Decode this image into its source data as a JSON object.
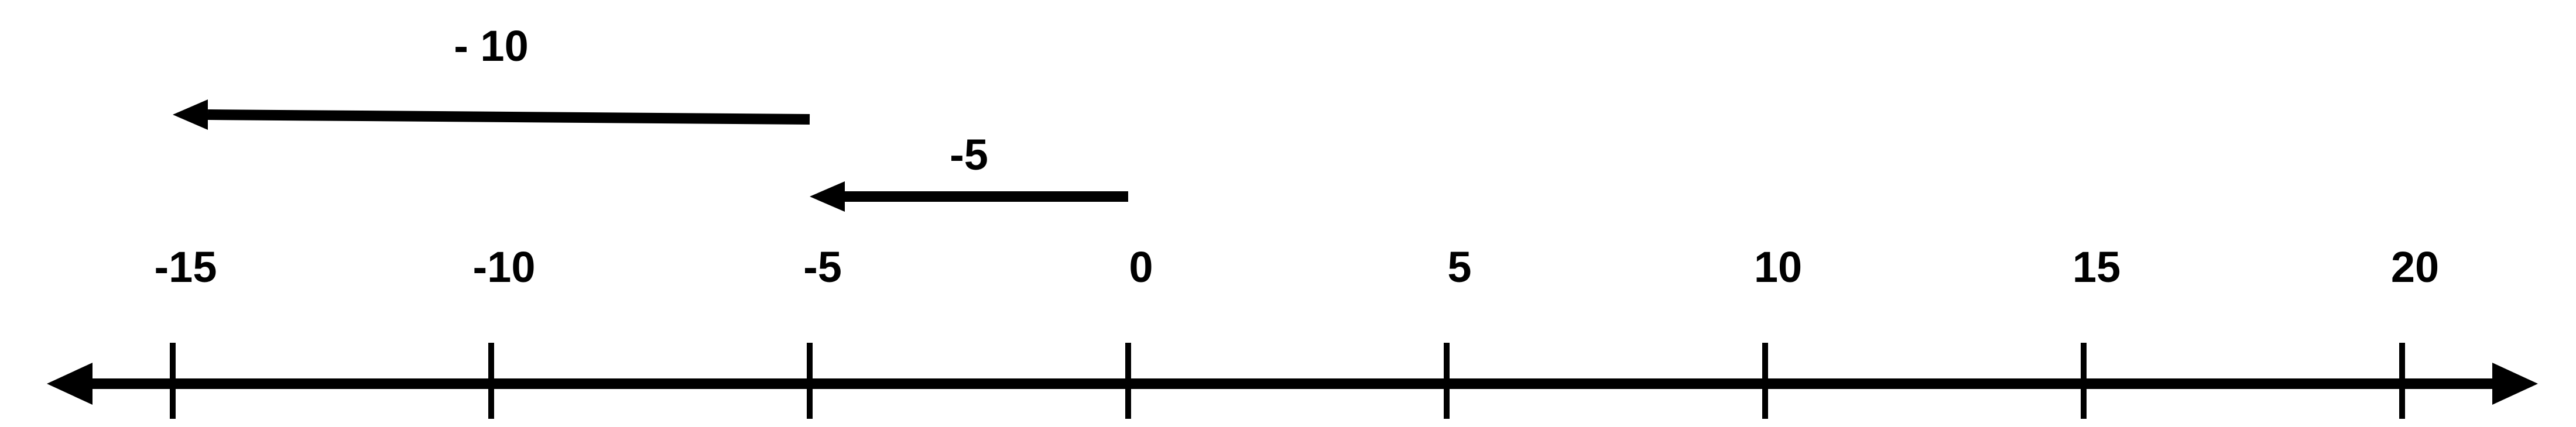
{
  "number_line": {
    "min": -15,
    "max": 20,
    "step": 5,
    "ticks": [
      {
        "value": -15,
        "label": "-15"
      },
      {
        "value": -10,
        "label": "-10"
      },
      {
        "value": -5,
        "label": "-5"
      },
      {
        "value": 0,
        "label": "0"
      },
      {
        "value": 5,
        "label": "5"
      },
      {
        "value": 10,
        "label": "10"
      },
      {
        "value": 15,
        "label": "15"
      },
      {
        "value": 20,
        "label": "20"
      }
    ],
    "both_ends_arrows": true,
    "color": "#000000"
  },
  "jumps": [
    {
      "from": 0,
      "to": -5,
      "label": "-5"
    },
    {
      "from": -5,
      "to": -15,
      "label": "- 10"
    }
  ]
}
